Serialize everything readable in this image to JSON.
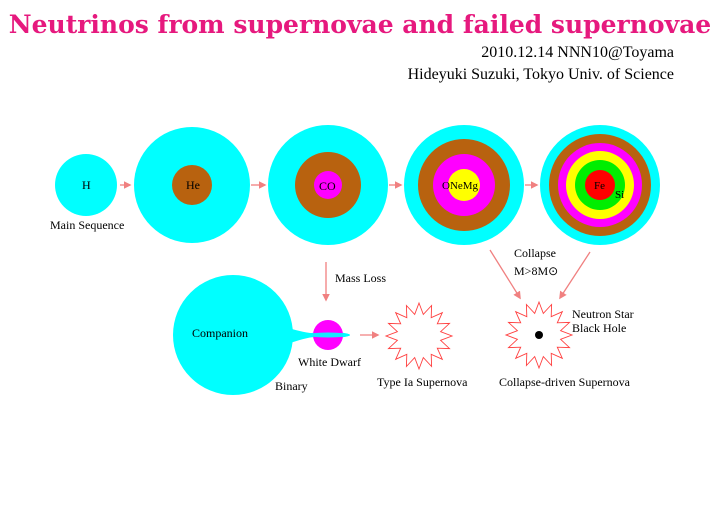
{
  "title": "Neutrinos from supernovae and failed supernovae",
  "date_venue": "2010.12.14 NNN10@Toyama",
  "author": "Hideyuki Suzuki, Tokyo Univ. of Science",
  "labels": {
    "h": "H",
    "he": "He",
    "co": "CO",
    "onemg": "ONeMg",
    "fe": "Fe",
    "si": "Si",
    "main_sequence": "Main Sequence",
    "collapse": "Collapse",
    "mass_condition": "M>8M⊙",
    "mass_loss": "Mass Loss",
    "companion": "Companion",
    "white_dwarf": "White Dwarf",
    "binary": "Binary",
    "type_ia": "Type Ia Supernova",
    "neutron_star": "Neutron Star",
    "black_hole": "Black Hole",
    "collapse_driven": "Collapse-driven Supernova"
  },
  "colors": {
    "title": "#e6197e",
    "hydrogen": "#00ffff",
    "helium": "#b8620f",
    "co": "#ff00ff",
    "onemg": "#ffff00",
    "si": "#00ee00",
    "fe": "#ff0000",
    "arrow": "#f08080",
    "burst": "#ff4040"
  }
}
